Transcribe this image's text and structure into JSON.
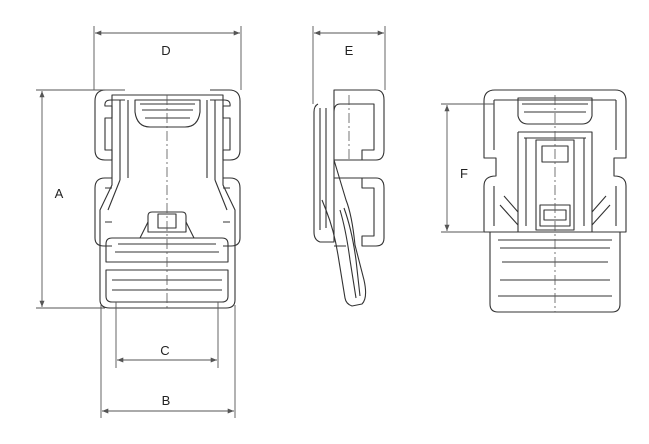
{
  "dimensions": {
    "a": "A",
    "b": "B",
    "c": "C",
    "d": "D",
    "e": "E",
    "f": "F"
  },
  "colors": {
    "line": "#333333",
    "dim_line": "#555555",
    "background": "#ffffff"
  }
}
